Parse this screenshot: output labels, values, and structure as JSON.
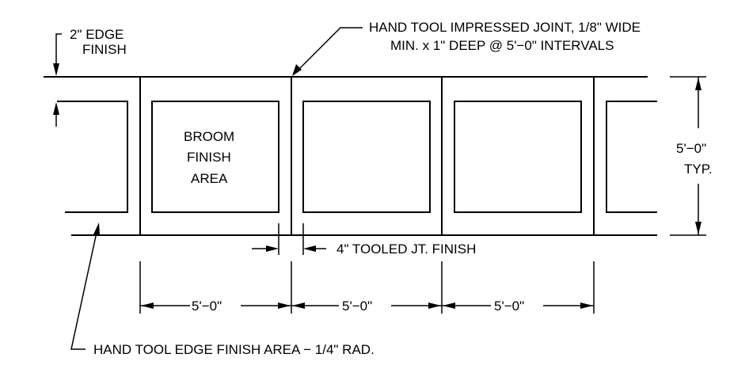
{
  "labels": {
    "edge_finish_line1": "2\" EDGE",
    "edge_finish_line2": "FINISH",
    "joint_note_line1": "HAND TOOL IMPRESSED JOINT, 1/8\" WIDE",
    "joint_note_line2": "MIN. x 1\" DEEP @ 5'−0\" INTERVALS",
    "broom_line1": "BROOM",
    "broom_line2": "FINISH",
    "broom_line3": "AREA",
    "typ_dim_line1": "5'−0\"",
    "typ_dim_line2": "TYP.",
    "tooled_joint_note": "4\" TOOLED JT. FINISH",
    "bottom_dim_1": "5'−0\"",
    "bottom_dim_2": "5'−0\"",
    "bottom_dim_3": "5'−0\"",
    "edge_area_note": "HAND TOOL EDGE FINISH AREA − 1/4\" RAD."
  },
  "colors": {
    "ink": "#000000",
    "background": "#ffffff"
  }
}
